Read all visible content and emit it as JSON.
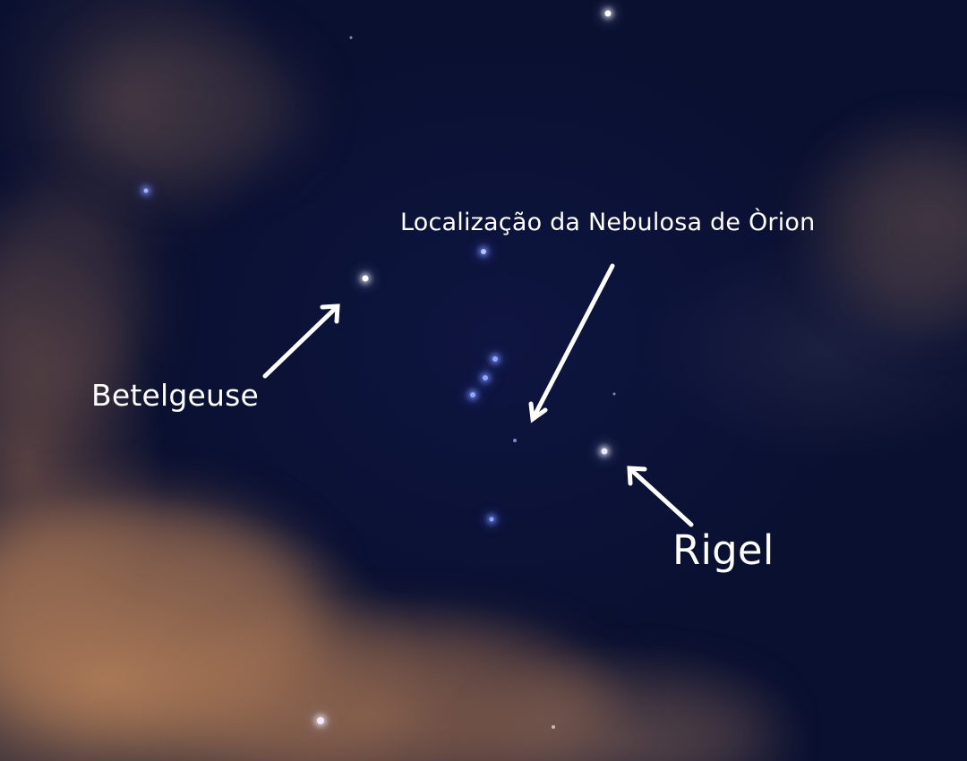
{
  "labels": {
    "betelgeuse": "Betelgeuse",
    "nebula": "Localização da Nebulosa de Òrion",
    "rigel": "Rigel"
  },
  "colors": {
    "sky": "#0d1538",
    "clouds": "#c48c5c",
    "text": "#ffffff",
    "arrow": "#ffffff",
    "star_blue": "#8fa6ff"
  }
}
